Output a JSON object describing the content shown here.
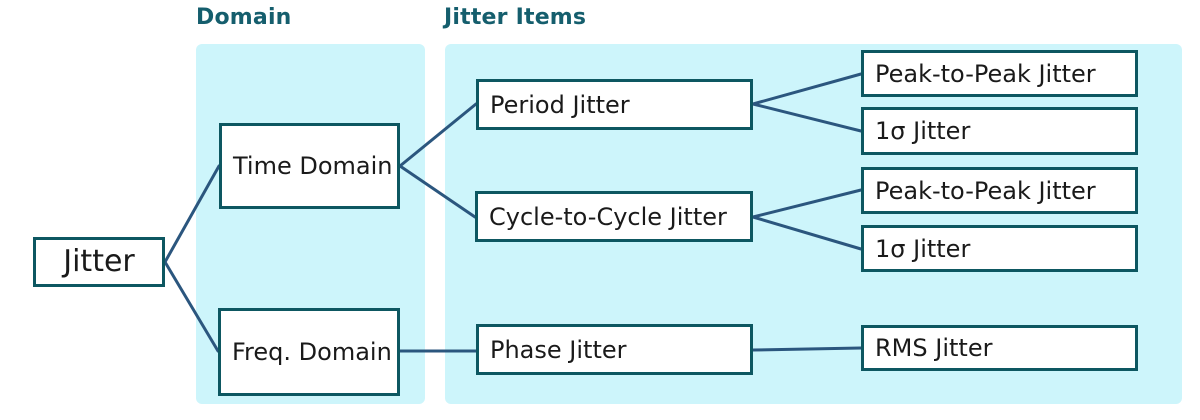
{
  "headers": {
    "domain": "Domain",
    "jitter_items": "Jitter Items"
  },
  "nodes": {
    "root": {
      "label": "Jitter"
    },
    "time_domain": {
      "label": "Time Domain"
    },
    "freq_domain": {
      "label": "Freq. Domain"
    },
    "period_jitter": {
      "label": "Period Jitter"
    },
    "cycle_jitter": {
      "label": "Cycle-to-Cycle Jitter"
    },
    "phase_jitter": {
      "label": "Phase Jitter"
    },
    "p2p_1": {
      "label": "Peak-to-Peak Jitter"
    },
    "sigma_1": {
      "label": "1σ Jitter"
    },
    "p2p_2": {
      "label": "Peak-to-Peak Jitter"
    },
    "sigma_2": {
      "label": "1σ Jitter"
    },
    "rms": {
      "label": "RMS Jitter"
    }
  },
  "edges": [
    {
      "from": "root",
      "to": "time_domain"
    },
    {
      "from": "root",
      "to": "freq_domain"
    },
    {
      "from": "time_domain",
      "to": "period_jitter"
    },
    {
      "from": "time_domain",
      "to": "cycle_jitter"
    },
    {
      "from": "period_jitter",
      "to": "p2p_1"
    },
    {
      "from": "period_jitter",
      "to": "sigma_1"
    },
    {
      "from": "cycle_jitter",
      "to": "p2p_2"
    },
    {
      "from": "cycle_jitter",
      "to": "sigma_2"
    },
    {
      "from": "freq_domain",
      "to": "phase_jitter"
    },
    {
      "from": "phase_jitter",
      "to": "rms"
    }
  ],
  "colors": {
    "panel_bg": "#cdf5fb",
    "box_border": "#0d5761",
    "header_text": "#155e6d",
    "connector": "#2b567e",
    "node_text": "#1a1a1a"
  }
}
